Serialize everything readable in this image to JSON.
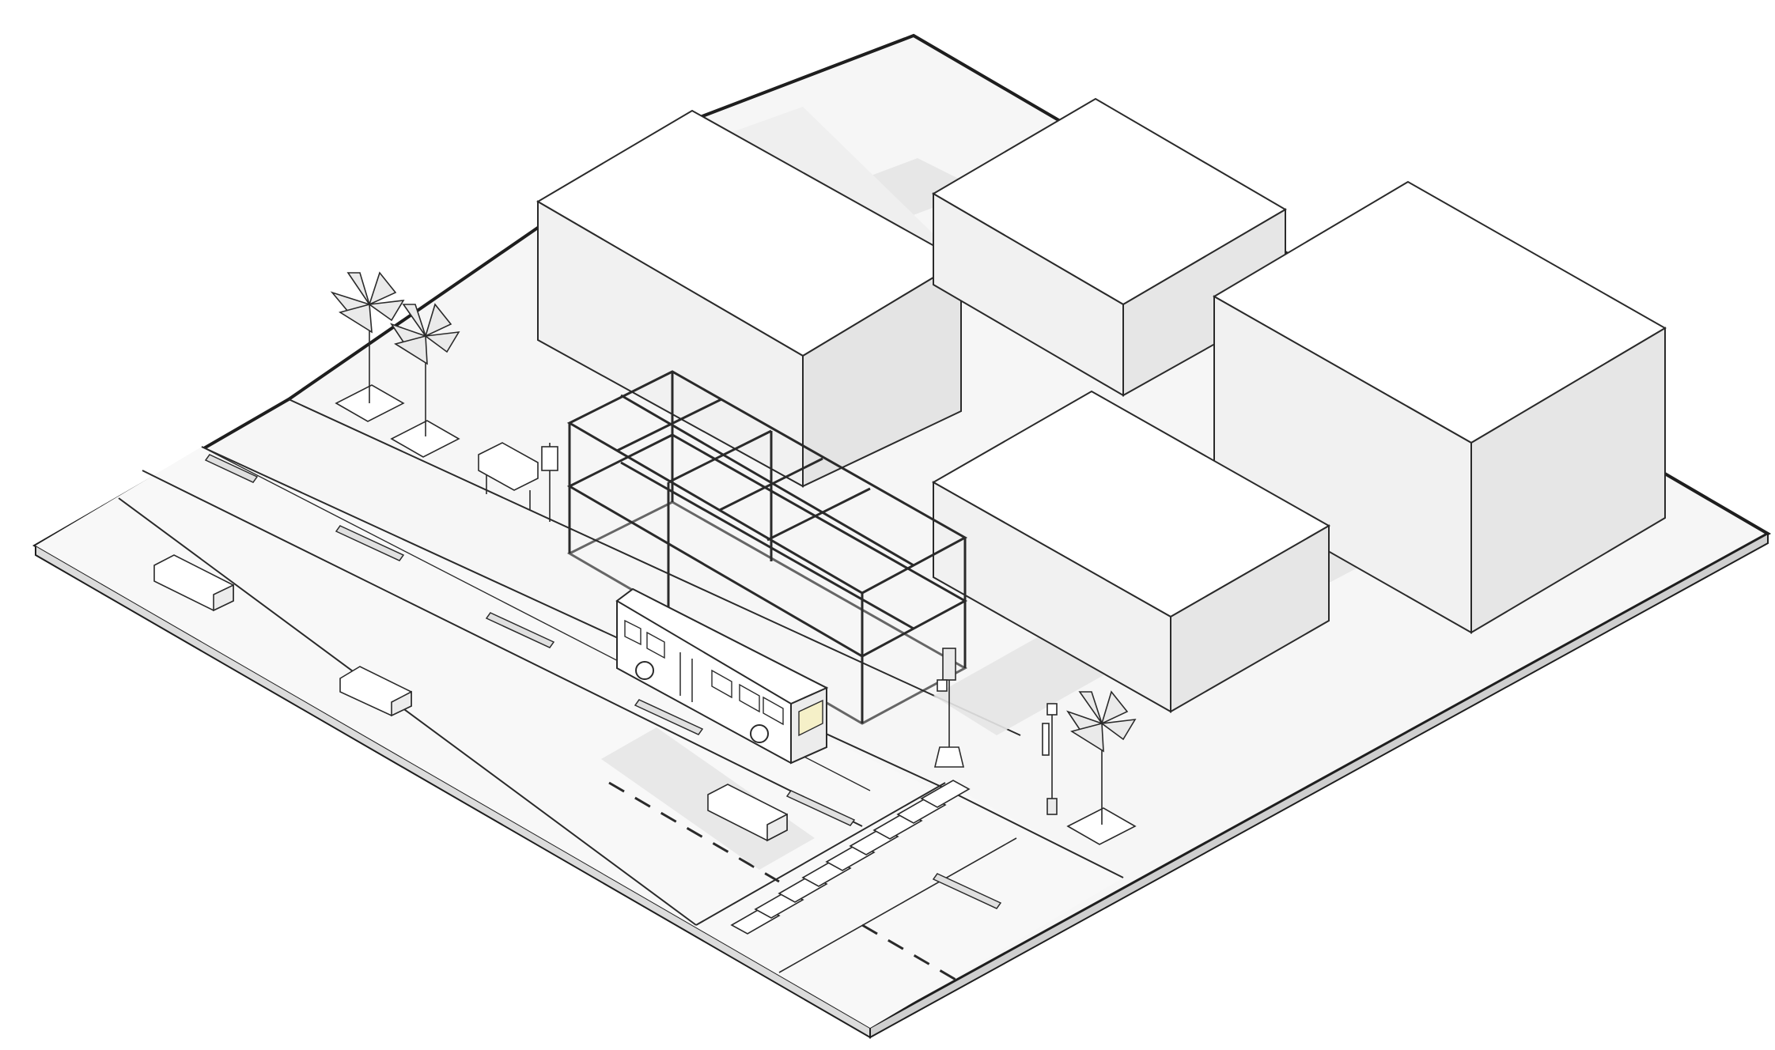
{
  "diagram": {
    "ground_color": "#f5f5f5",
    "shadow_color": "#e3e3e3",
    "road_color": "#f7f7f7",
    "line_color": "#2a2a2a",
    "building_top_color": "#ffffff",
    "building_side_color": "#efefef",
    "elements": [
      "site-slab",
      "building-back-left",
      "building-back-right",
      "building-front-right",
      "building-front-middle",
      "frame-structure",
      "bus",
      "car-1",
      "car-2",
      "car-3",
      "palm-tree-1",
      "palm-tree-2",
      "palm-tree-3",
      "crosswalk",
      "bus-stop-shelter",
      "traffic-signal",
      "street-lamp"
    ]
  }
}
